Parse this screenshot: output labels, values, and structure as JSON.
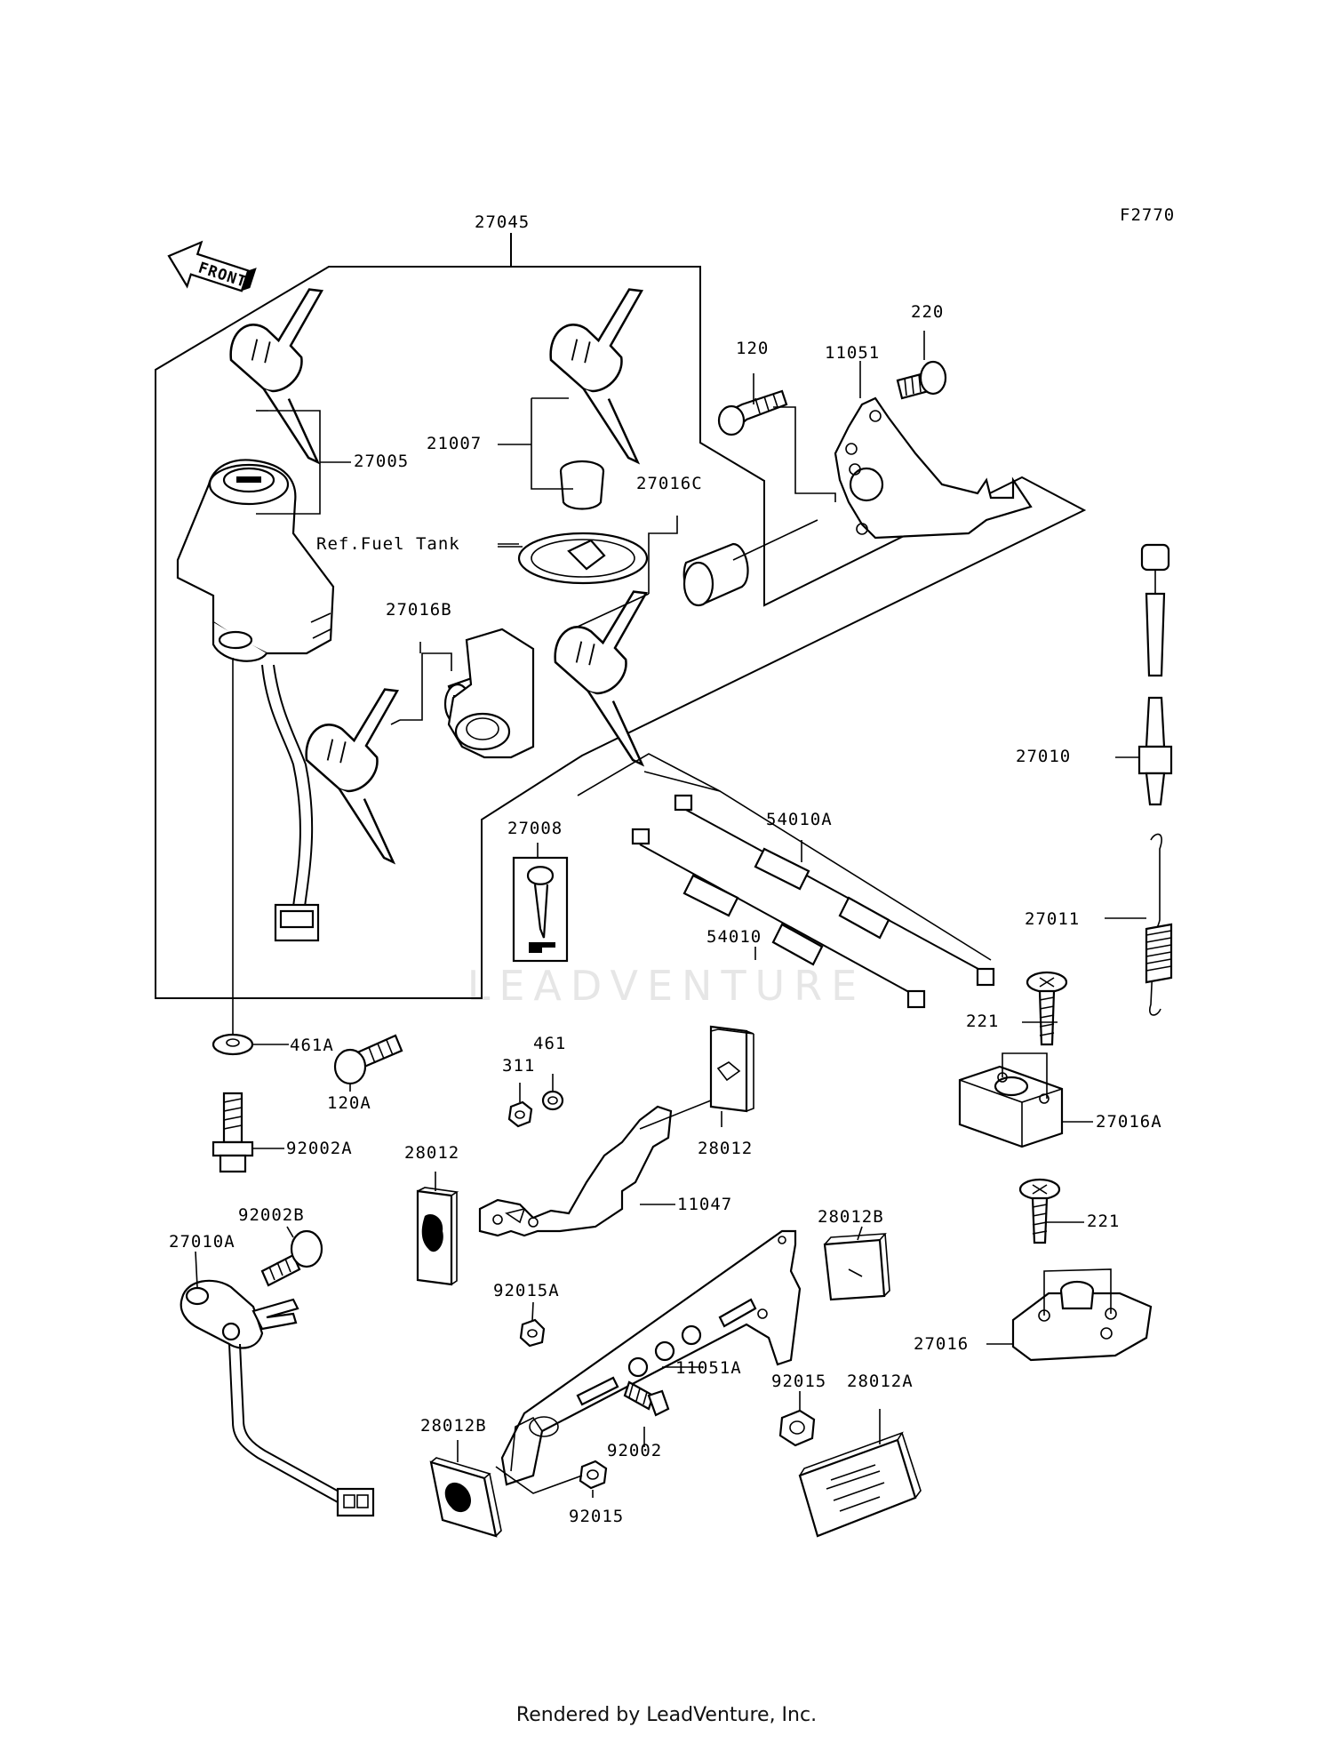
{
  "figure_code": "F2770",
  "front_label": "FRONT",
  "reference_label": "Ref.Fuel Tank",
  "footer": "Rendered by LeadVenture, Inc.",
  "watermark": "LEADVENTURE",
  "parts": [
    {
      "id": "p27045",
      "label": "27045"
    },
    {
      "id": "p27005",
      "label": "27005"
    },
    {
      "id": "p21007",
      "label": "21007"
    },
    {
      "id": "p27016C",
      "label": "27016C"
    },
    {
      "id": "p27016B",
      "label": "27016B"
    },
    {
      "id": "p120",
      "label": "120"
    },
    {
      "id": "p11051",
      "label": "11051"
    },
    {
      "id": "p220",
      "label": "220"
    },
    {
      "id": "p27010",
      "label": "27010"
    },
    {
      "id": "p27011",
      "label": "27011"
    },
    {
      "id": "p54010A",
      "label": "54010A"
    },
    {
      "id": "p54010",
      "label": "54010"
    },
    {
      "id": "p27008",
      "label": "27008"
    },
    {
      "id": "p461A",
      "label": "461A"
    },
    {
      "id": "p120A",
      "label": "120A"
    },
    {
      "id": "p92002A",
      "label": "92002A"
    },
    {
      "id": "p461",
      "label": "461"
    },
    {
      "id": "p311",
      "label": "311"
    },
    {
      "id": "p28012_r",
      "label": "28012"
    },
    {
      "id": "p28012_l",
      "label": "28012"
    },
    {
      "id": "p11047",
      "label": "11047"
    },
    {
      "id": "p221_a",
      "label": "221"
    },
    {
      "id": "p27016A",
      "label": "27016A"
    },
    {
      "id": "p221_b",
      "label": "221"
    },
    {
      "id": "p27016",
      "label": "27016"
    },
    {
      "id": "p92002B",
      "label": "92002B"
    },
    {
      "id": "p27010A",
      "label": "27010A"
    },
    {
      "id": "p28012B_r",
      "label": "28012B"
    },
    {
      "id": "p92015A",
      "label": "92015A"
    },
    {
      "id": "p11051A",
      "label": "11051A"
    },
    {
      "id": "p92015_r",
      "label": "92015"
    },
    {
      "id": "p28012A",
      "label": "28012A"
    },
    {
      "id": "p28012B_l",
      "label": "28012B"
    },
    {
      "id": "p92002",
      "label": "92002"
    },
    {
      "id": "p92015_b",
      "label": "92015"
    }
  ]
}
